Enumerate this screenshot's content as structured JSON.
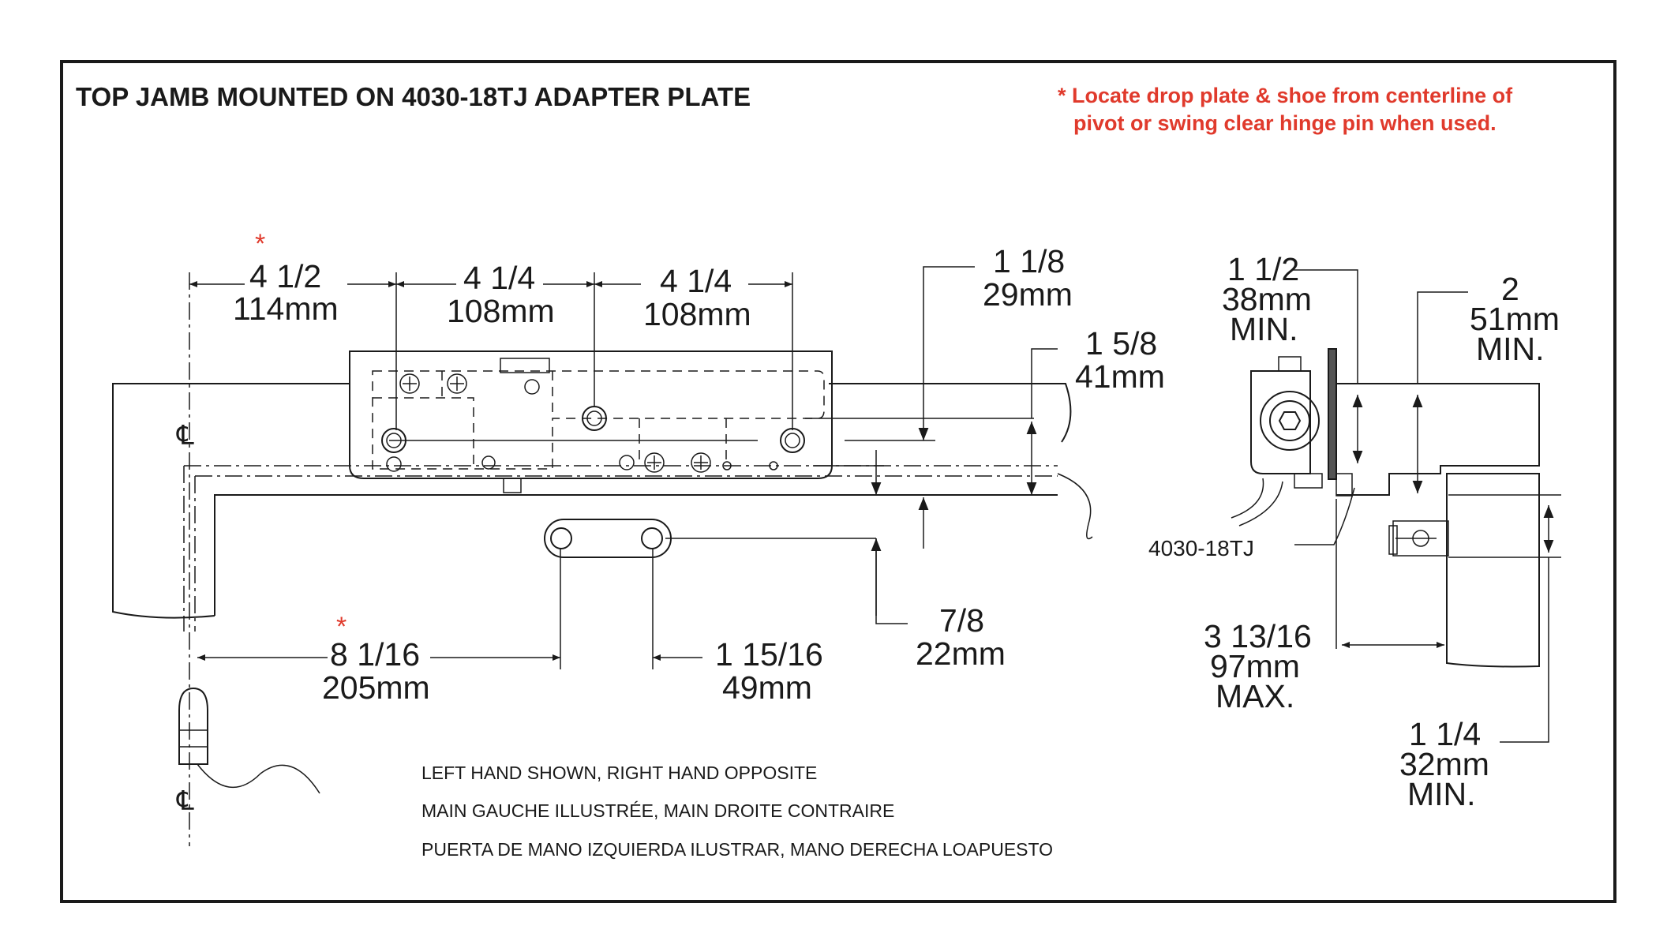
{
  "title": "TOP JAMB MOUNTED ON 4030-18TJ ADAPTER PLATE",
  "note": {
    "line1": "* Locate drop plate & shoe from centerline of",
    "line2": "pivot or swing clear hinge pin when used."
  },
  "asterisk": "*",
  "centerline_symbol": "℄",
  "dimensions": {
    "d1": {
      "a": "4 1/2",
      "b": "114mm"
    },
    "d2": {
      "a": "4 1/4",
      "b": "108mm"
    },
    "d3": {
      "a": "4 1/4",
      "b": "108mm"
    },
    "d4": {
      "a": "1 1/8",
      "b": "29mm"
    },
    "d5": {
      "a": "1 5/8",
      "b": "41mm"
    },
    "d6": {
      "a": "7/8",
      "b": "22mm"
    },
    "d7": {
      "a": "8 1/16",
      "b": "205mm"
    },
    "d8": {
      "a": "1 15/16",
      "b": "49mm"
    },
    "s1": {
      "a": "1 1/2",
      "b": "38mm",
      "c": "MIN."
    },
    "s2": {
      "a": "2",
      "b": "51mm",
      "c": "MIN."
    },
    "s3": {
      "a": "3 13/16",
      "b": "97mm",
      "c": "MAX."
    },
    "s4": {
      "a": "1 1/4",
      "b": "32mm",
      "c": "MIN."
    }
  },
  "part_label": "4030-18TJ",
  "notes": {
    "en": "LEFT HAND SHOWN, RIGHT HAND OPPOSITE",
    "fr": "MAIN GAUCHE ILLUSTRÉE, MAIN DROITE CONTRAIRE",
    "es": "PUERTA DE MANO IZQUIERDA ILUSTRAR, MANO DERECHA LOAPUESTO"
  },
  "colors": {
    "ink": "#1a1a1a",
    "note_red": "#e03a2c"
  }
}
